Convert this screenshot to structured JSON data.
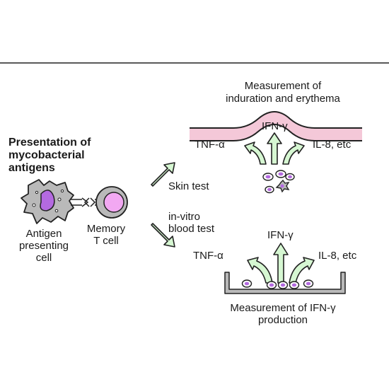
{
  "presentation": {
    "line1": "Presentation of",
    "line2": "mycobacterial",
    "line3": "antigens"
  },
  "apc": {
    "line1": "Antigen",
    "line2": "presenting",
    "line3": "cell"
  },
  "tcell": {
    "line1": "Memory",
    "line2": "T cell"
  },
  "routes": {
    "skin": "Skin test",
    "blood_line1": "in-vitro",
    "blood_line2": "blood test"
  },
  "skin_panel": {
    "title_line1": "Measurement of",
    "title_line2": "induration and erythema",
    "left_cytokine": "TNF-α",
    "center_cytokine": "IFN-γ",
    "right_cytokine": "IL-8, etc"
  },
  "blood_panel": {
    "left_cytokine": "TNF-α",
    "center_cytokine": "IFN-γ",
    "right_cytokine": "IL-8, etc",
    "caption_line1": "Measurement of IFN-γ",
    "caption_line2": "production"
  },
  "colors": {
    "skin": "#f4c8d8",
    "arrow_fill": "#d6f7d2",
    "nucleus": "#b46ae0",
    "tcell_core": "#f2a8f2",
    "cell_body": "#b9b9b9",
    "outline": "#222222"
  }
}
